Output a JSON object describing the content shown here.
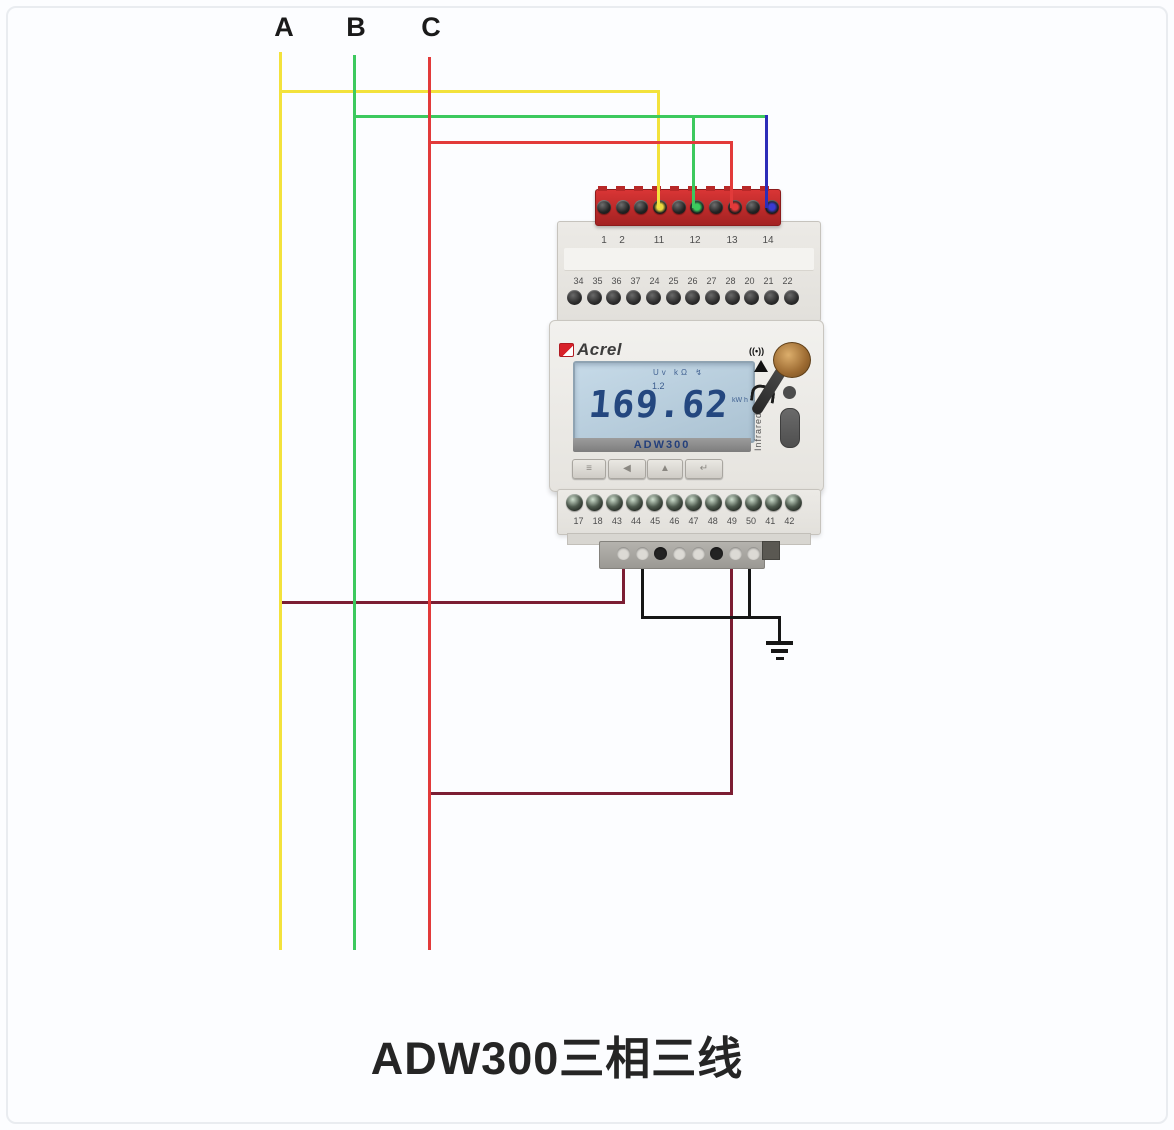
{
  "caption": "ADW300三相三线",
  "phases": [
    {
      "label": "A",
      "color": "#f3e23c"
    },
    {
      "label": "B",
      "color": "#3cc95e"
    },
    {
      "label": "C",
      "color": "#e23a3a"
    }
  ],
  "wire_colors": {
    "neutral": "#2d2db8",
    "ct_secondary": "#7c1e33",
    "ground": "#161616"
  },
  "meter": {
    "brand": "Acrel",
    "model": "ADW300",
    "lcd": {
      "indicators": "Uv kΩ ↯",
      "secondary": "1.2",
      "value": "169.62",
      "unit": "kW h"
    },
    "infrared_label": "Infrared",
    "buttons": [
      "≡",
      "◀",
      "▲",
      "↵"
    ],
    "terminals": {
      "voltage_row": [
        "1",
        "2",
        "11",
        "12",
        "13",
        "14"
      ],
      "io_row": [
        "34",
        "35",
        "36",
        "37",
        "24",
        "25",
        "26",
        "27",
        "28",
        "20",
        "21",
        "22"
      ],
      "current_row": [
        "17",
        "18",
        "43",
        "44",
        "45",
        "46",
        "47",
        "48",
        "49",
        "50",
        "41",
        "42"
      ]
    }
  }
}
